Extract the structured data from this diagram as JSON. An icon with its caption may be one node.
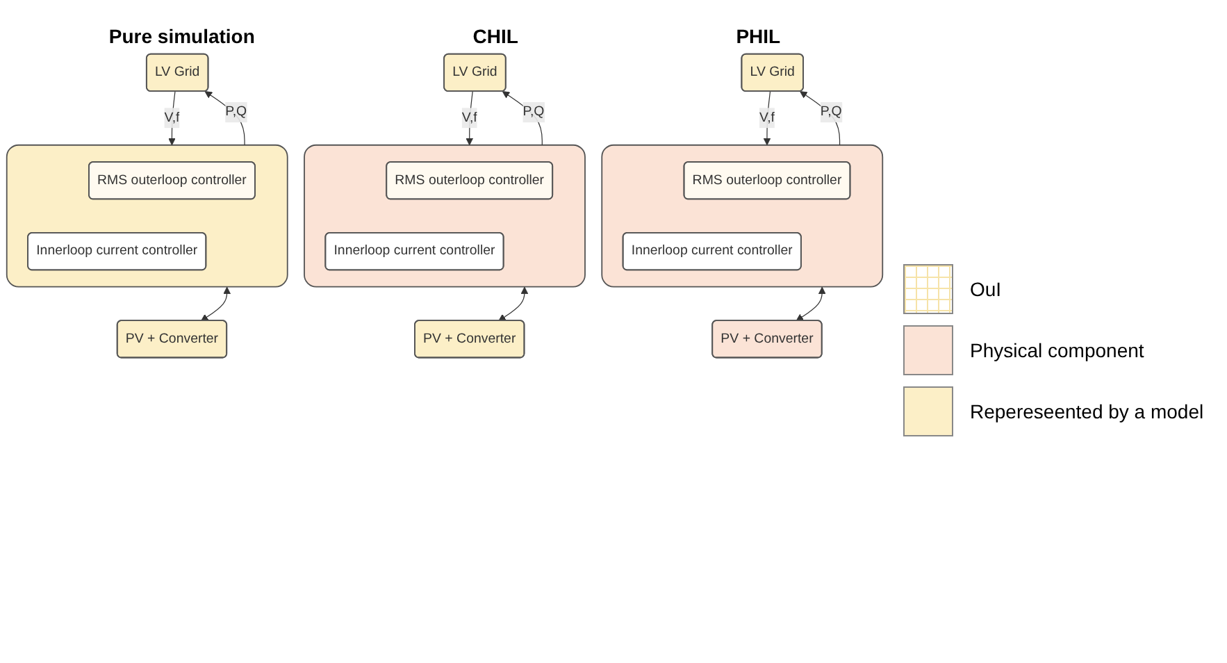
{
  "diagram": {
    "nodes": [
      {
        "text": [
          "LV Grid"
        ]
      },
      {
        "text": [
          "LV Grid"
        ]
      },
      {
        "text": [
          "LV Grid"
        ]
      },
      {
        "text": [],
        "shape": "box"
      },
      {
        "text": [
          "RMS outerloop controller"
        ],
        "in": 3
      },
      {
        "text": [
          "Innerloop current controller"
        ],
        "in": 3
      },
      {
        "text": [],
        "shape": "box"
      },
      {
        "text": [
          "RMS outerloop controller"
        ],
        "in": 6
      },
      {
        "text": [
          "Innerloop current controller"
        ],
        "in": 6
      },
      {
        "text": [],
        "shape": "box"
      },
      {
        "text": [
          "RMS outerloop controller"
        ],
        "in": 9
      },
      {
        "text": [
          "Innerloop current controller"
        ],
        "in": 9
      },
      {
        "text": [
          "PV + Converter"
        ]
      },
      {
        "text": [
          "PV + Converter"
        ]
      },
      {
        "text": [
          "PV + Converter"
        ]
      }
    ],
    "edges": [
      {
        "from": 0,
        "to": 3,
        "arrow": "to",
        "label": "V,f"
      },
      {
        "from": 3,
        "to": 0,
        "arrow": "to",
        "label": "P,Q"
      },
      {
        "from": 3,
        "to": 12,
        "arrow": "both"
      },
      {
        "from": 1,
        "to": 6,
        "arrow": "to",
        "label": "V,f"
      },
      {
        "from": 6,
        "to": 1,
        "arrow": "to",
        "label": "P,Q"
      },
      {
        "from": 6,
        "to": 13,
        "arrow": "both"
      },
      {
        "from": 2,
        "to": 9,
        "arrow": "to",
        "label": "V,f"
      },
      {
        "from": 9,
        "to": 2,
        "arrow": "to",
        "label": "P,Q"
      },
      {
        "from": 9,
        "to": 14,
        "arrow": "both"
      }
    ],
    "labels": [
      "Pure simulation",
      "CHIL",
      "PHIL"
    ],
    "legend": [
      {
        "text": "OuI"
      },
      {
        "text": "Physical component",
        "color": "#fbe3d6"
      },
      {
        "text": "Repereseented by a model",
        "color": "#fcefc7"
      }
    ]
  }
}
